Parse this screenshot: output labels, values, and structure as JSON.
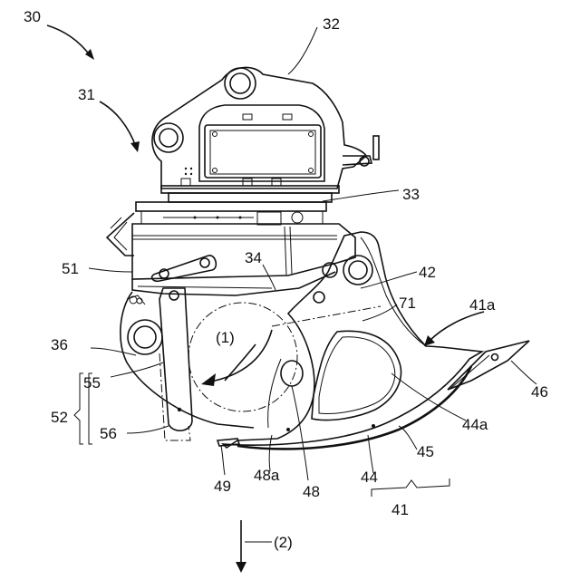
{
  "labels": {
    "l30": "30",
    "l31": "31",
    "l32": "32",
    "l33": "33",
    "l34": "34",
    "l36": "36",
    "l41": "41",
    "l41a": "41a",
    "l42": "42",
    "l44": "44",
    "l44a": "44a",
    "l45": "45",
    "l46": "46",
    "l48": "48",
    "l48a": "48a",
    "l49": "49",
    "l51": "51",
    "l52": "52",
    "l55": "55",
    "l56": "56",
    "l71": "71",
    "dir1": "(1)",
    "dir2": "(2)"
  }
}
